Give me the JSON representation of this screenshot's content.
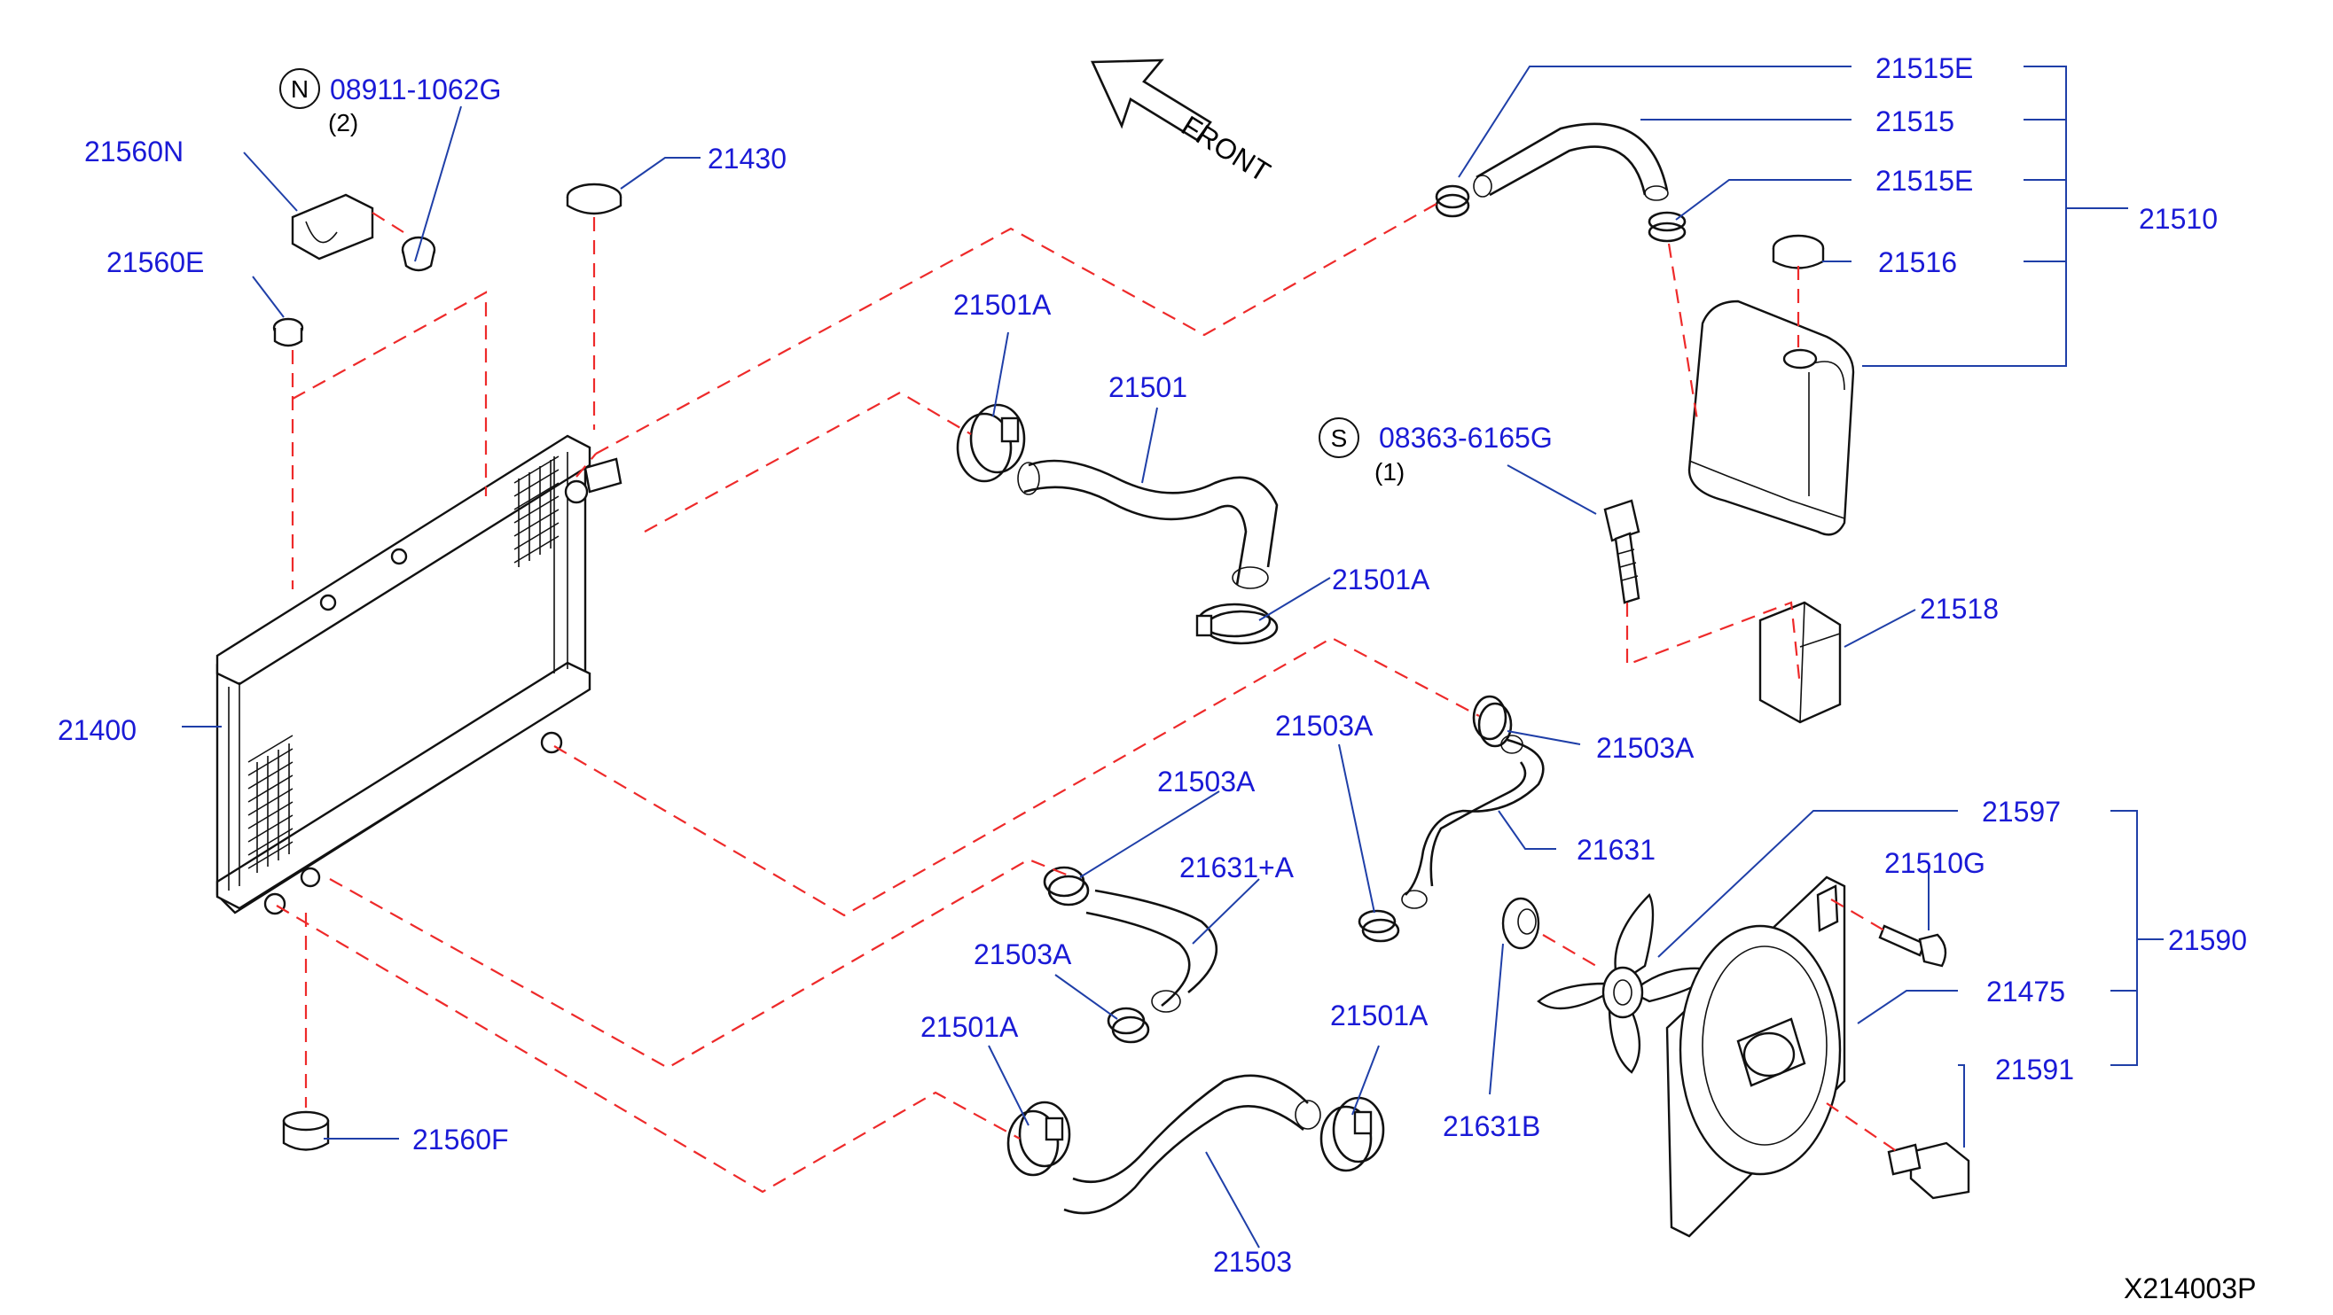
{
  "parts": {
    "p08911": "08911-1062G",
    "p21560N": "21560N",
    "p21430": "21430",
    "p21560E": "21560E",
    "p21501A_1": "21501A",
    "p21501": "21501",
    "p21501A_2": "21501A",
    "p08363": "08363-6165G",
    "p21400": "21400",
    "p21515E_1": "21515E",
    "p21515": "21515",
    "p21515E_2": "21515E",
    "p21510": "21510",
    "p21516": "21516",
    "p21518": "21518",
    "p21503A_1": "21503A",
    "p21503A_2": "21503A",
    "p21503A_3": "21503A",
    "p21631A": "21631+A",
    "p21503A_4": "21503A",
    "p21631": "21631",
    "p21597": "21597",
    "p21510G": "21510G",
    "p21590": "21590",
    "p21475": "21475",
    "p21591": "21591",
    "p21631B": "21631B",
    "p21501A_3": "21501A",
    "p21501A_4": "21501A",
    "p21503": "21503",
    "p21560F": "21560F"
  },
  "quantities": {
    "n_qty": "(2)",
    "s_qty": "(1)"
  },
  "badges": {
    "n": "N",
    "s": "S"
  },
  "front_label": "FRONT",
  "diagram_code": "X214003P",
  "colors": {
    "label": "#1a1ad6",
    "leader": "#1f3fa8",
    "dashed_guide": "#ee2a2a",
    "line_art": "#111111"
  }
}
